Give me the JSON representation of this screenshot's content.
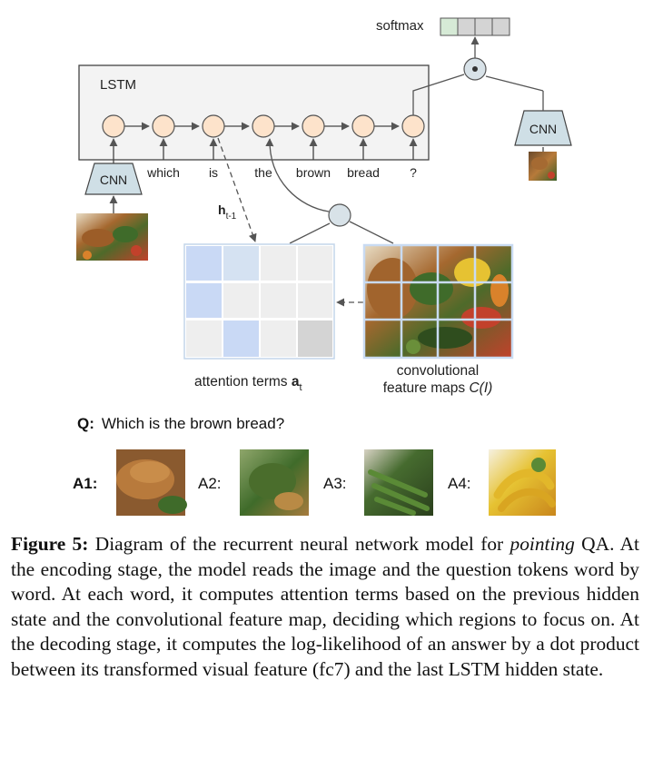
{
  "diagram": {
    "softmax_label": "softmax",
    "lstm_label": "LSTM",
    "cnn_left_label": "CNN",
    "cnn_right_label": "CNN",
    "tokens": [
      "which",
      "is",
      "the",
      "brown",
      "bread",
      "?"
    ],
    "hidden_state_label": "h",
    "hidden_state_subscript": "t-1",
    "attention_label_prefix": "attention terms ",
    "attention_label_symbol": "a",
    "attention_label_subscript": "t",
    "conv_label_line1": "convolutional",
    "conv_label_line2_prefix": "feature maps ",
    "conv_label_line2_symbol": "C(I)",
    "question_prefix": "Q:",
    "question_text": "Which is the brown bread?",
    "answers": [
      {
        "label": "A1:",
        "bold": true,
        "image": "bread-crop"
      },
      {
        "label": "A2:",
        "bold": false,
        "image": "greens-crop"
      },
      {
        "label": "A3:",
        "bold": false,
        "image": "okra-crop"
      },
      {
        "label": "A4:",
        "bold": false,
        "image": "banana-crop"
      }
    ],
    "icons": {
      "dot_product": "circled-dot-icon",
      "attention_combiner": "attention-node-icon"
    },
    "colors": {
      "lstm_cell": "#fde3cb",
      "cnn_fill": "#cfdfe6",
      "attention_blue": "#c9d9f5",
      "softmax_first": "#d6ead6",
      "softmax_rest": "#d4d4d4"
    }
  },
  "caption": {
    "figure_label": "Figure 5:",
    "text_1": " Diagram of the recurrent neural network model for ",
    "italic": "pointing",
    "text_2": " QA. At the encoding stage, the model reads the image and the question tokens word by word. At each word, it computes attention terms based on the previous hidden state and the convolutional feature map, deciding which regions to focus on. At the decoding stage, it computes the log-likelihood of an answer by a dot product between its transformed visual feature (fc7) and the last LSTM hidden state."
  }
}
